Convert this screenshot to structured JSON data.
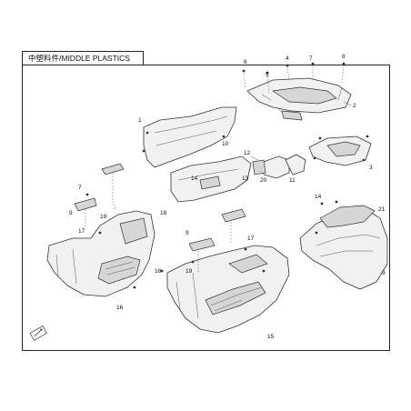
{
  "header": {
    "title": "中塑料件/MIDDLE PLASTICS"
  },
  "callouts": [
    {
      "id": "c1",
      "text": "1"
    },
    {
      "id": "c2",
      "text": "2"
    },
    {
      "id": "c3",
      "text": "3"
    },
    {
      "id": "c4",
      "text": "4"
    },
    {
      "id": "c5",
      "text": "5"
    },
    {
      "id": "c6",
      "text": "6"
    },
    {
      "id": "c7",
      "text": "7"
    },
    {
      "id": "c8",
      "text": "8"
    },
    {
      "id": "c9",
      "text": "9"
    },
    {
      "id": "c10",
      "text": "10"
    },
    {
      "id": "c11",
      "text": "11"
    },
    {
      "id": "c12",
      "text": "12"
    },
    {
      "id": "c13",
      "text": "13"
    },
    {
      "id": "c14",
      "text": "14"
    },
    {
      "id": "c15",
      "text": "15"
    },
    {
      "id": "c16",
      "text": "16"
    },
    {
      "id": "c17",
      "text": "17"
    },
    {
      "id": "c18",
      "text": "18"
    },
    {
      "id": "c19",
      "text": "19"
    },
    {
      "id": "c20",
      "text": "20"
    },
    {
      "id": "c21",
      "text": "21"
    }
  ],
  "colors": {
    "line": "#333333",
    "fill": "#f1f1f1",
    "shade": "#d6d6d6"
  },
  "icons": {
    "view_direction": "arrow-icon"
  }
}
